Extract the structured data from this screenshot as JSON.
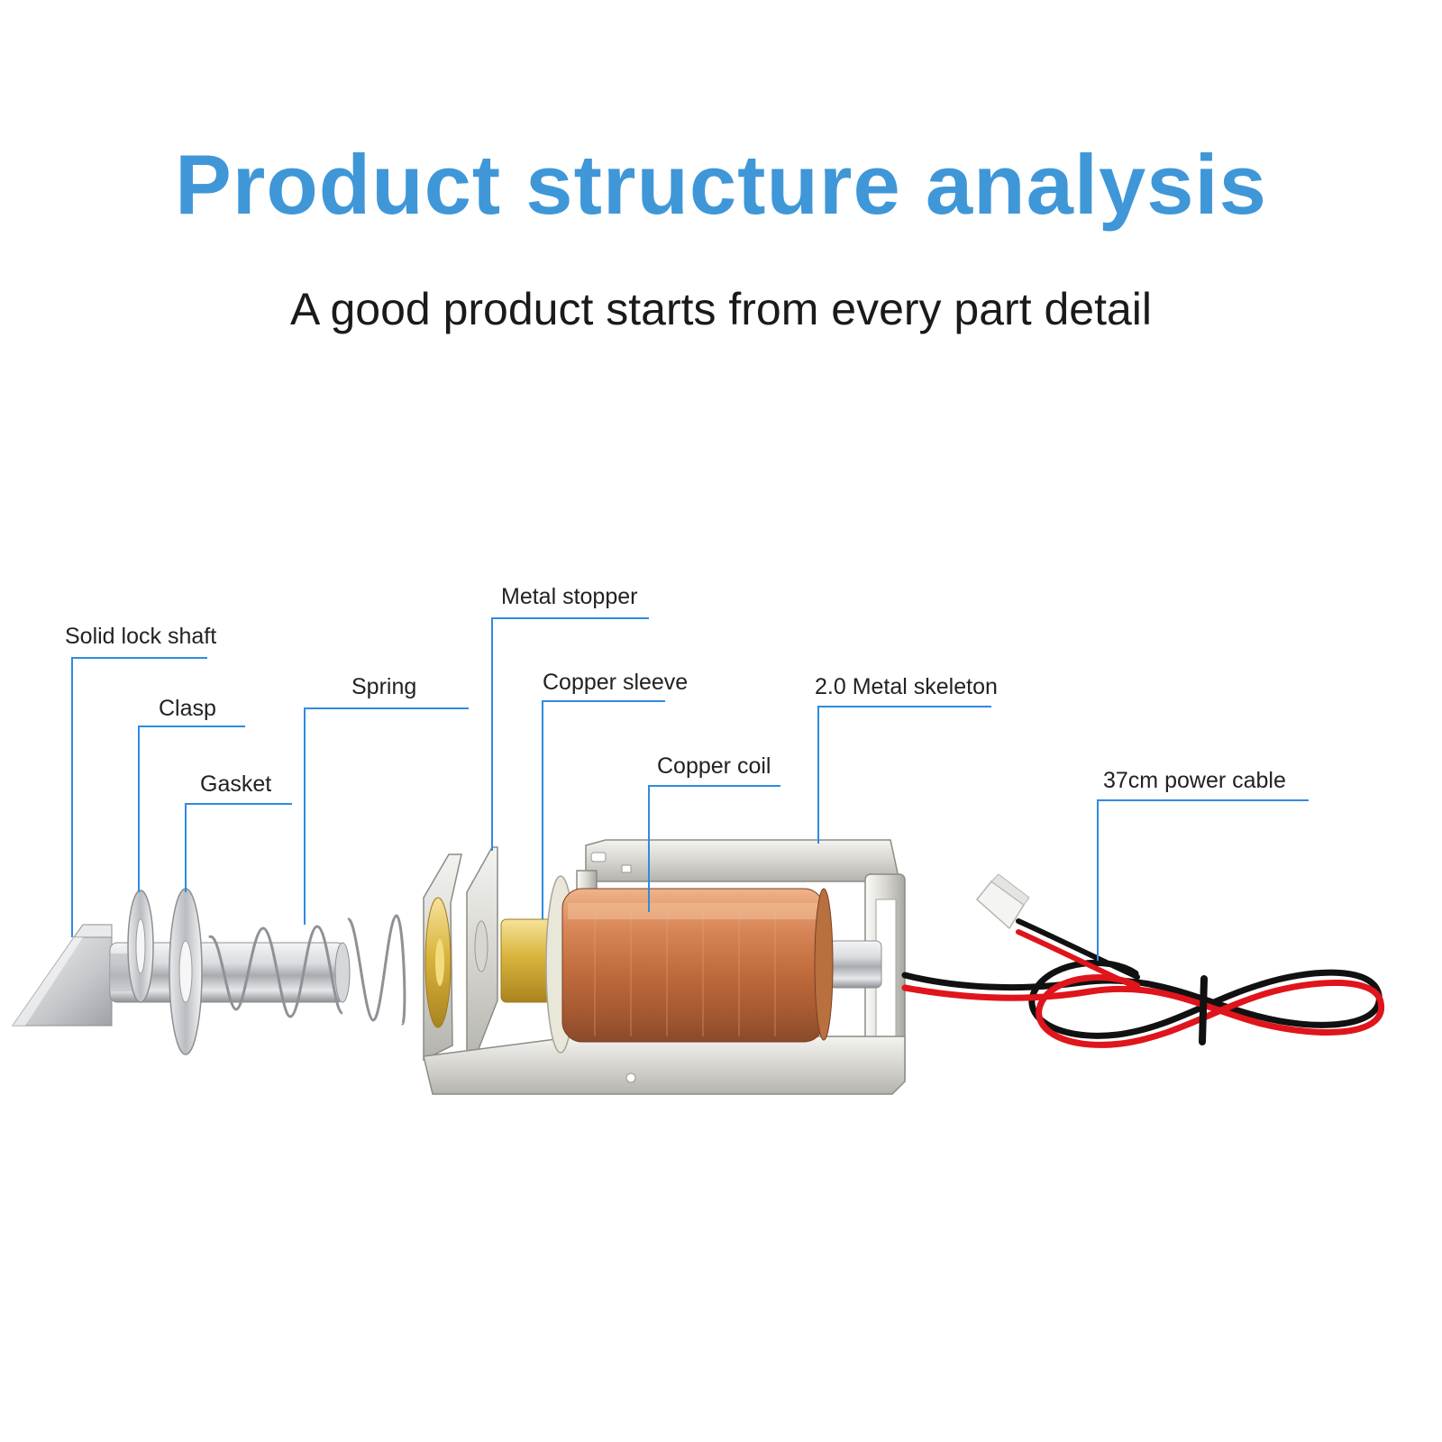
{
  "header": {
    "title": "Product structure analysis",
    "subtitle": "A good product starts from every part detail"
  },
  "colors": {
    "title": "#3f97d8",
    "subtitle": "#1a1a1a",
    "label_text": "#222222",
    "leader_line": "#2f8be0",
    "copper": "#c1703f",
    "brass": "#d8b23a",
    "steel": "#c9cbcf",
    "wire_red": "#e0141b",
    "wire_black": "#111111"
  },
  "labels": {
    "solid_lock_shaft": "Solid lock shaft",
    "clasp": "Clasp",
    "gasket": "Gasket",
    "spring": "Spring",
    "metal_stopper": "Metal stopper",
    "copper_sleeve": "Copper sleeve",
    "copper_coil": "Copper coil",
    "metal_skeleton": "2.0 Metal skeleton",
    "power_cable": "37cm power cable"
  }
}
